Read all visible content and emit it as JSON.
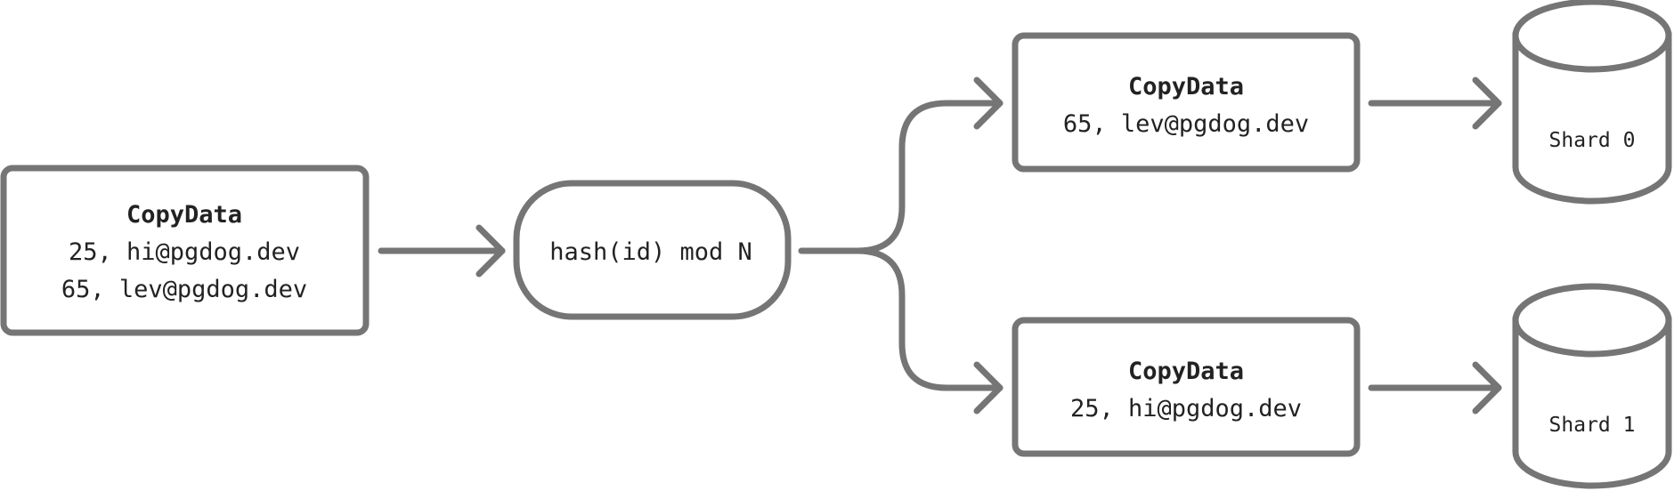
{
  "source_box": {
    "title": "CopyData",
    "rows": [
      "25, hi@pgdog.dev",
      "65, lev@pgdog.dev"
    ]
  },
  "router": {
    "label": "hash(id) mod N"
  },
  "targets": [
    {
      "title": "CopyData",
      "row": "65, lev@pgdog.dev",
      "shard": "Shard 0"
    },
    {
      "title": "CopyData",
      "row": "25, hi@pgdog.dev",
      "shard": "Shard 1"
    }
  ],
  "colors": {
    "stroke": "#757575",
    "text": "#222222",
    "background": "#ffffff"
  }
}
